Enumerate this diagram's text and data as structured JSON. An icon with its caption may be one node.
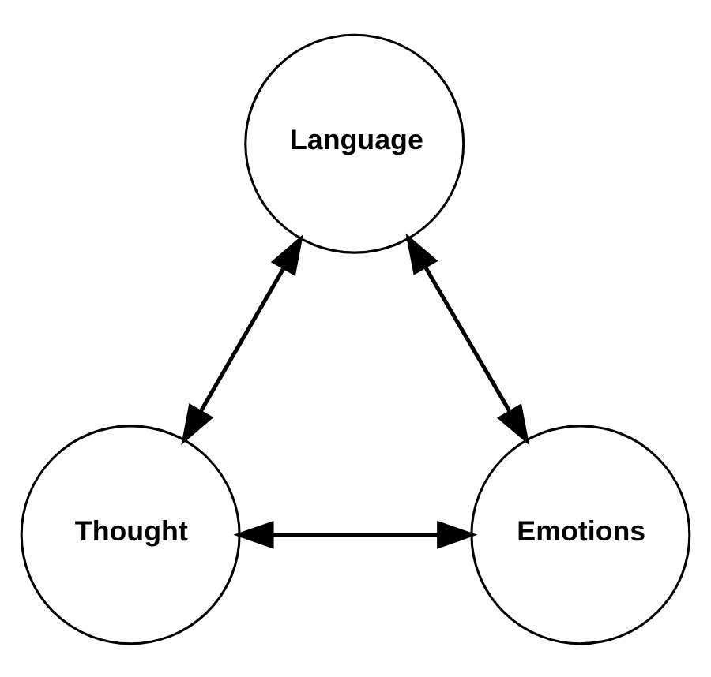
{
  "diagram": {
    "nodes": [
      {
        "text": [
          "Language"
        ]
      },
      {
        "text": [
          "Thought"
        ]
      },
      {
        "text": [
          "Emotions"
        ]
      }
    ],
    "edges": [
      {
        "from": 0,
        "to": 1,
        "arrow": "both"
      },
      {
        "from": 0,
        "to": 2,
        "arrow": "both"
      },
      {
        "from": 1,
        "to": 2,
        "arrow": "both"
      }
    ]
  }
}
